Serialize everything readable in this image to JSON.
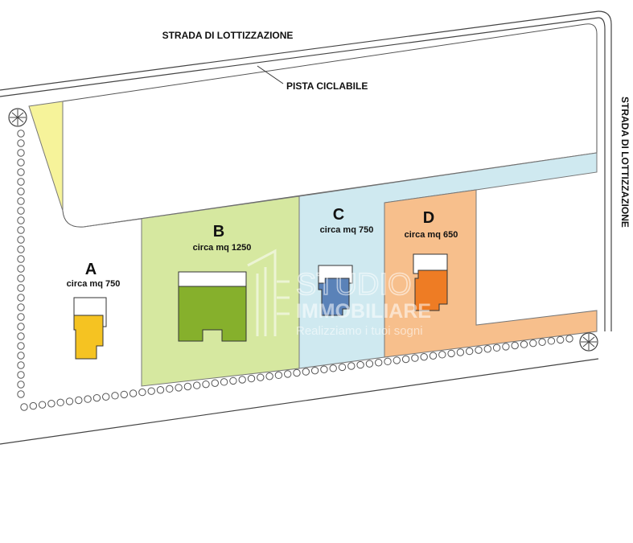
{
  "roads": {
    "top": "STRADA DI LOTTIZZAZIONE",
    "right": "STRADA DI LOTTIZZAZIONE",
    "bike_path": "PISTA CICLABILE"
  },
  "lots": [
    {
      "letter": "A",
      "area": "circa mq 750",
      "color": "#f6f39a",
      "house_color": "#f5c322"
    },
    {
      "letter": "B",
      "area": "circa mq 1250",
      "color": "#d6e8a0",
      "house_color": "#86b02c"
    },
    {
      "letter": "C",
      "area": "circa mq 750",
      "color": "#cfe9f0",
      "house_color": "#5a82b8"
    },
    {
      "letter": "D",
      "area": "circa mq 650",
      "color": "#f7bf8c",
      "house_color": "#ee7c24"
    }
  ],
  "watermark": {
    "line1": "STUDIO",
    "line2": "IMMOBILIARE",
    "tagline": "Realizziamo i tuoi sogni"
  }
}
